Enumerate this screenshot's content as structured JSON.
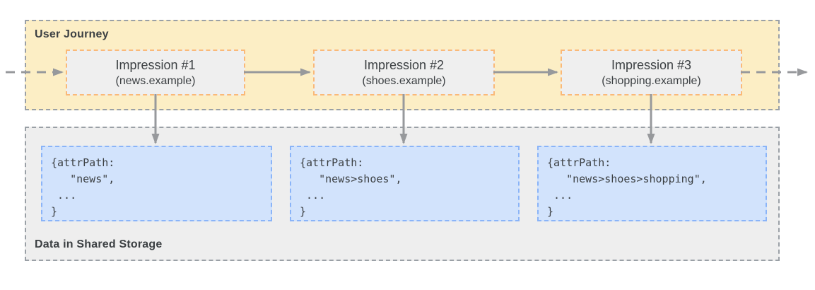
{
  "user_journey": {
    "label": "User Journey",
    "impressions": [
      {
        "title": "Impression #1",
        "subtitle": "(news.example)"
      },
      {
        "title": "Impression #2",
        "subtitle": "(shoes.example)"
      },
      {
        "title": "Impression #3",
        "subtitle": "(shopping.example)"
      }
    ]
  },
  "shared_storage": {
    "label": "Data in Shared Storage",
    "entries": [
      {
        "code": "{attrPath:\n   \"news\",\n ...\n}"
      },
      {
        "code": "{attrPath:\n   \"news>shoes\",\n ...\n}"
      },
      {
        "code": "{attrPath:\n   \"news>shoes>shopping\",\n ...\n}"
      }
    ]
  },
  "colors": {
    "journey_background": "#FCEEC5",
    "journey_border": "#9AA0A6",
    "impression_background": "#EFEFEF",
    "impression_border": "#FAB978",
    "storage_background": "#EEEEEE",
    "storage_border": "#9AA0A6",
    "entry_background": "#D2E3FC",
    "entry_border": "#8AB4F8",
    "arrow": "#97999C",
    "text": "#3C4043"
  }
}
